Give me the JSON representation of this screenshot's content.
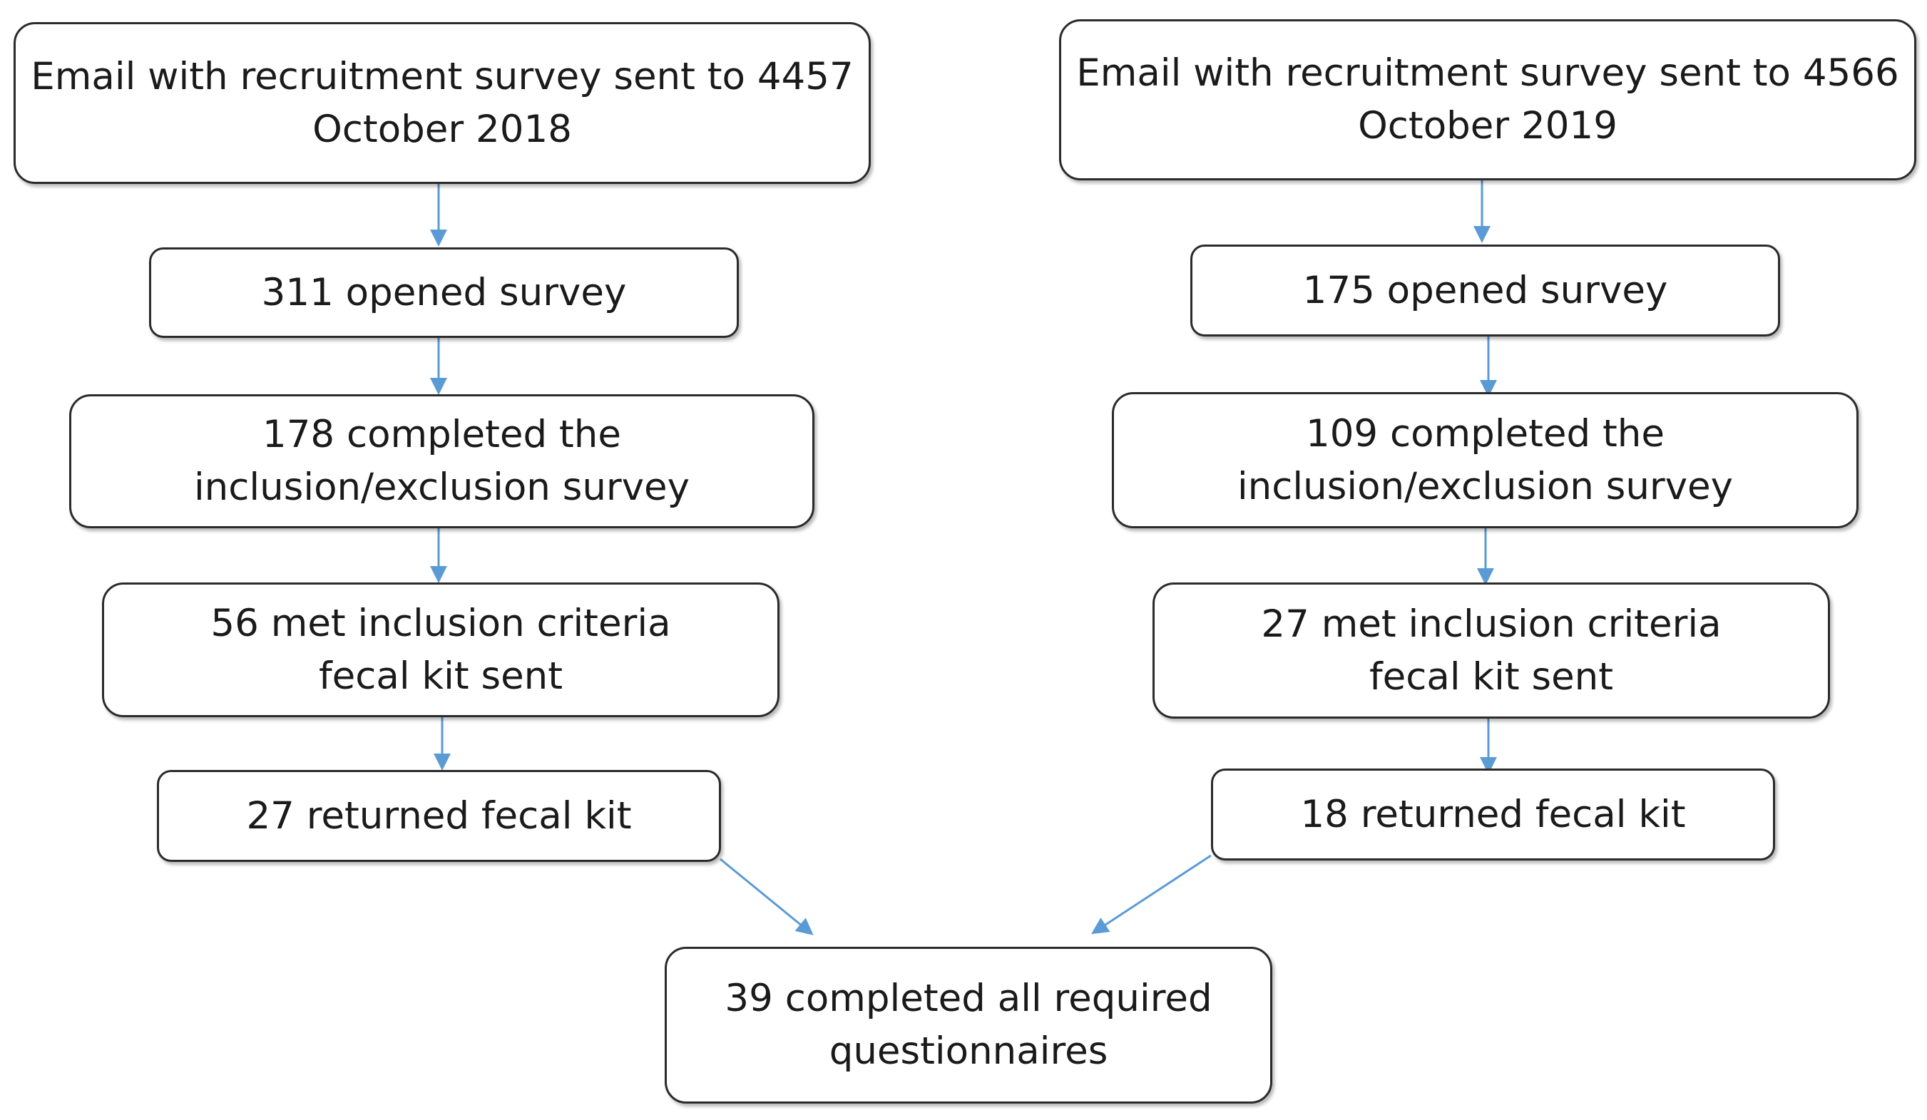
{
  "colors": {
    "arrow": "#5b9bd5",
    "box_border": "#2b2b2b",
    "text": "#1a1a1a"
  },
  "left": {
    "recruit": {
      "line1": "Email with recruitment survey sent to 4457",
      "line2": "October 2018"
    },
    "opened": "311 opened survey",
    "completed": {
      "line1": "178 completed the",
      "line2": "inclusion/exclusion survey"
    },
    "criteria": {
      "line1": "56 met inclusion criteria",
      "line2": "fecal kit sent"
    },
    "returned": "27 returned fecal kit"
  },
  "right": {
    "recruit": {
      "line1": "Email with recruitment survey sent to 4566",
      "line2": "October 2019"
    },
    "opened": "175 opened survey",
    "completed": {
      "line1": "109 completed the",
      "line2": "inclusion/exclusion survey"
    },
    "criteria": {
      "line1": "27 met inclusion criteria",
      "line2": "fecal kit sent"
    },
    "returned": "18 returned fecal kit"
  },
  "final": {
    "line1": "39 completed all required",
    "line2": "questionnaires"
  }
}
